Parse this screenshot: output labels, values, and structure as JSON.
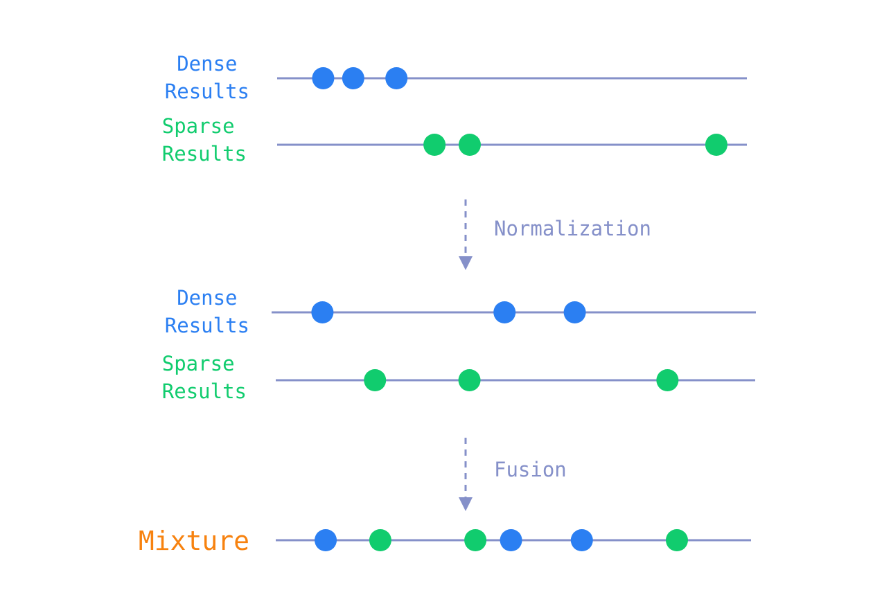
{
  "colors": {
    "dense": "#2B7FF2",
    "sparse": "#11CC6E",
    "mixture": "#F7820F",
    "axis": "#8590C9",
    "arrow": "#8590C9"
  },
  "stages": [
    {
      "id": "raw",
      "rows": [
        {
          "kind": "dense",
          "label_lines": [
            "Dense",
            "Results"
          ],
          "points": [
            0.098,
            0.162,
            0.254
          ]
        },
        {
          "kind": "sparse",
          "label_lines": [
            "Sparse",
            "Results"
          ],
          "points": [
            0.335,
            0.41,
            0.935
          ]
        }
      ]
    },
    {
      "id": "normalized",
      "rows": [
        {
          "kind": "dense",
          "label_lines": [
            "Dense",
            "Results"
          ],
          "points": [
            0.105,
            0.481,
            0.626
          ]
        },
        {
          "kind": "sparse",
          "label_lines": [
            "Sparse",
            "Results"
          ],
          "points": [
            0.207,
            0.404,
            0.817
          ]
        }
      ]
    }
  ],
  "steps": [
    {
      "label": "Normalization"
    },
    {
      "label": "Fusion"
    }
  ],
  "mixture": {
    "label": "Mixture",
    "points": [
      {
        "kind": "dense",
        "pos": 0.105
      },
      {
        "kind": "sparse",
        "pos": 0.22
      },
      {
        "kind": "sparse",
        "pos": 0.42
      },
      {
        "kind": "dense",
        "pos": 0.495
      },
      {
        "kind": "dense",
        "pos": 0.644
      },
      {
        "kind": "sparse",
        "pos": 0.844
      }
    ]
  }
}
